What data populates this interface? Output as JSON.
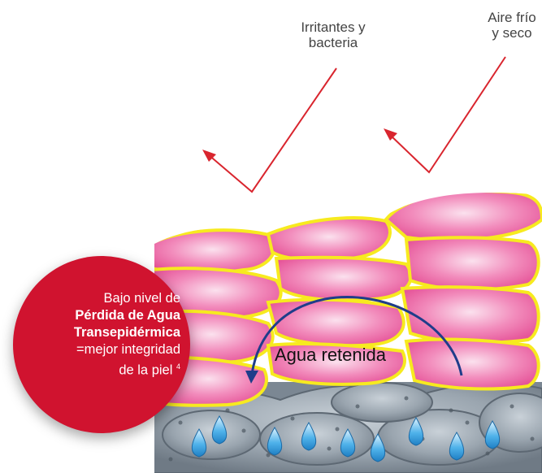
{
  "labels": {
    "irritants_line1": "Irritantes y",
    "irritants_line2": "bacteria",
    "air_line1": "Aire frío",
    "air_line2": "y seco",
    "water": "Agua retenida"
  },
  "badge": {
    "line1": "Bajo nivel de",
    "line2": "Pérdida de Agua",
    "line3": "Transepidérmica",
    "line4": "=mejor integridad",
    "line5": "de la piel",
    "footnote": "4"
  },
  "colors": {
    "arrow_red": "#d9252e",
    "skin_pink": "#ee6aa7",
    "cell_outline": "#f7ea1f",
    "lower_layer": "#8e9aa6",
    "water_arrow": "#1f3d8a",
    "badge_red": "#d0132f",
    "droplet_blue": "#2f9ee0"
  }
}
